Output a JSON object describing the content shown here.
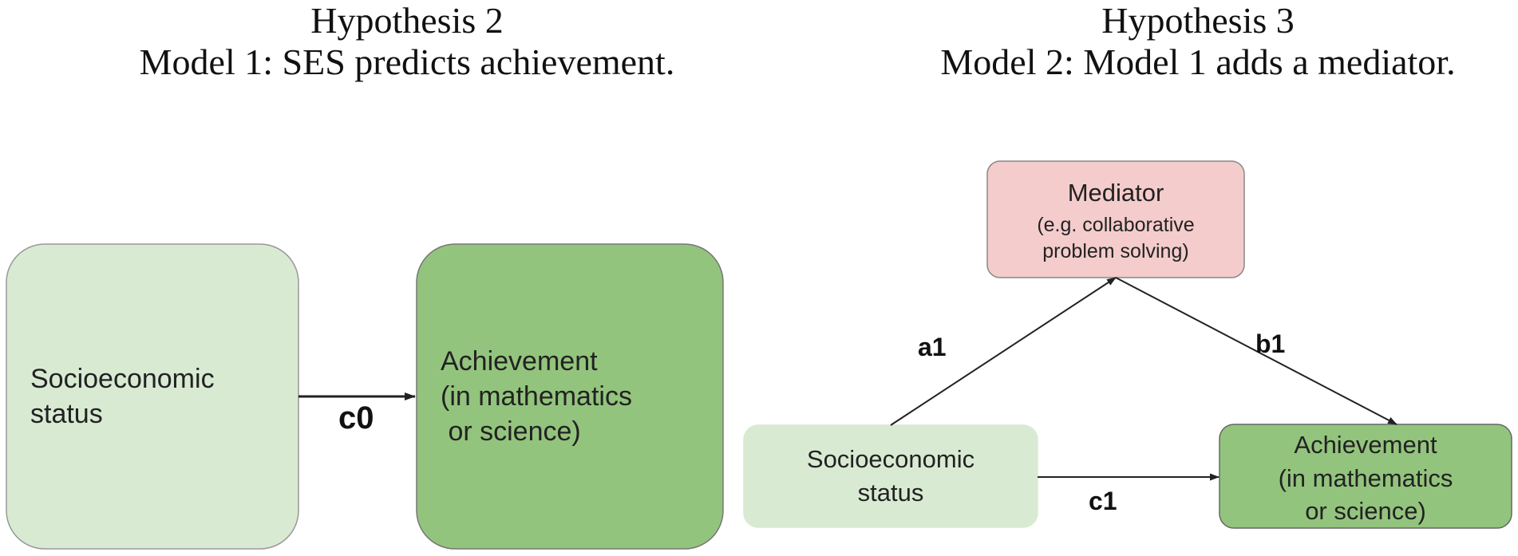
{
  "model1": {
    "hypothesis": "Hypothesis 2",
    "caption": "Model 1: SES predicts achievement.",
    "ses_box": {
      "line1": "Socioeconomic",
      "line2": "status"
    },
    "achievement_box": {
      "line1": "Achievement",
      "line2": "(in mathematics",
      "line3": " or science)"
    },
    "edge_label": "c0"
  },
  "model2": {
    "hypothesis": "Hypothesis 3",
    "caption": "Model 2: Model 1 adds a mediator.",
    "mediator_box": {
      "line1": "Mediator",
      "line2": "(e.g. collaborative",
      "line3": "problem solving)"
    },
    "ses_box": {
      "line1": "Socioeconomic",
      "line2": "status"
    },
    "achievement_box": {
      "line1": "Achievement",
      "line2": "(in mathematics",
      "line3": "or science)"
    },
    "edge_labels": {
      "a1": "a1",
      "b1": "b1",
      "c1": "c1"
    }
  },
  "colors": {
    "light_green": "#d9ead3",
    "green": "#93c47d",
    "pink": "#f4cccc",
    "border": "#888888",
    "arrow": "#222222"
  }
}
